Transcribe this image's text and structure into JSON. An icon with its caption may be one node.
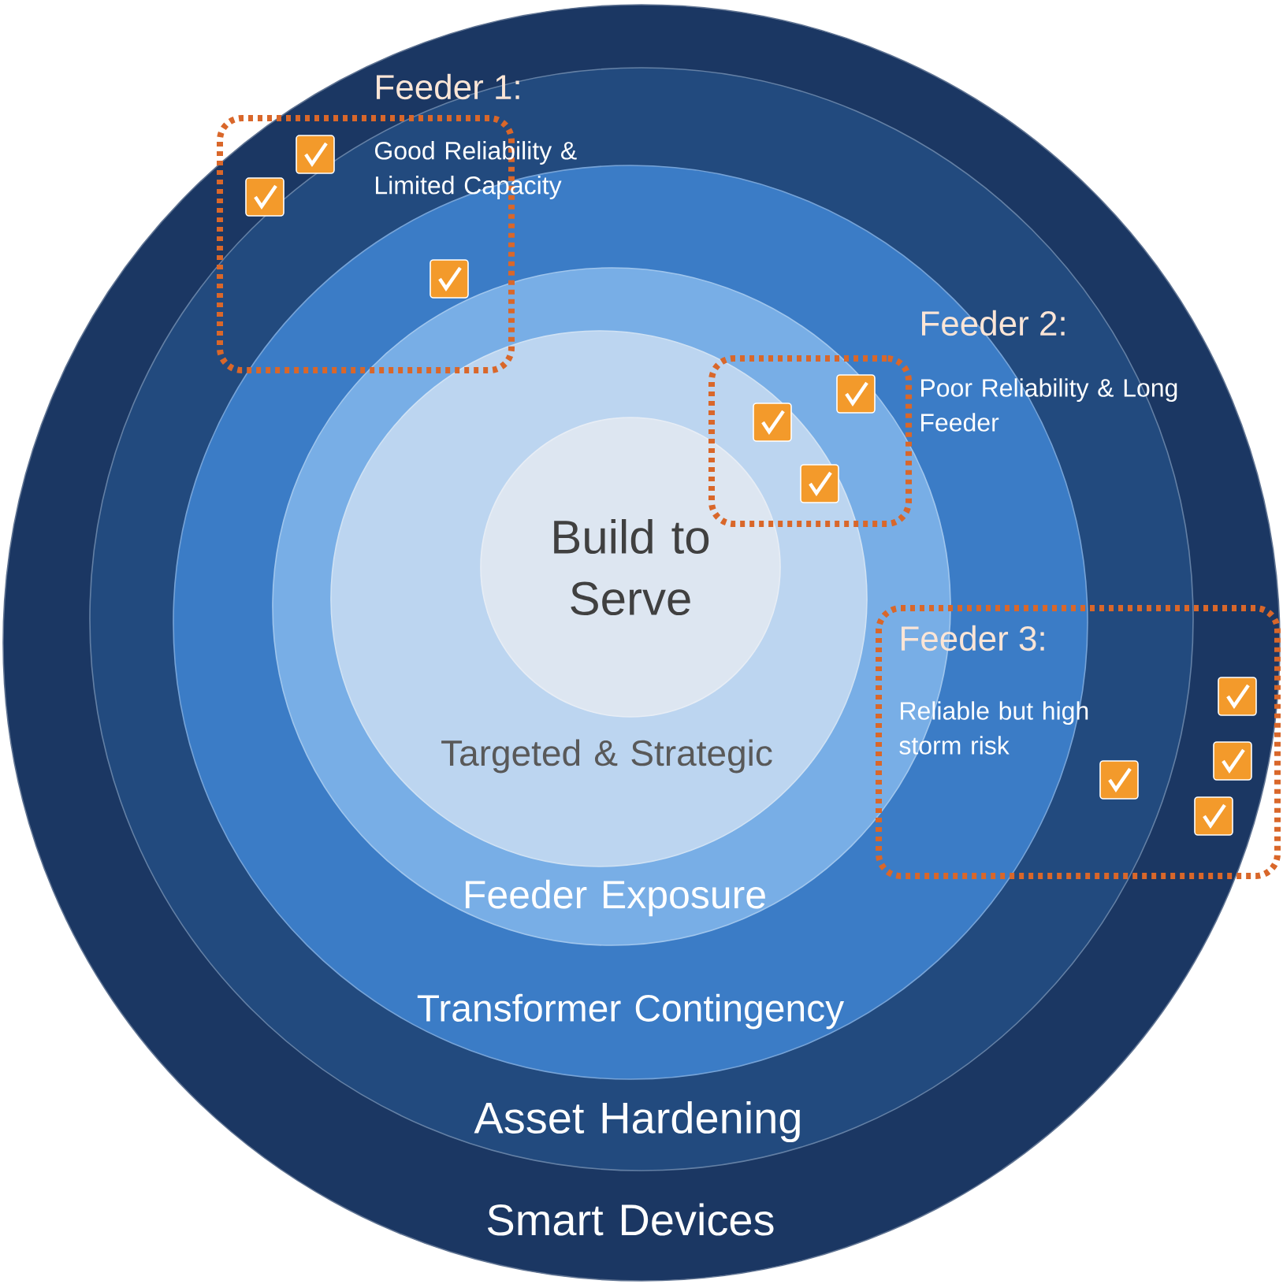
{
  "diagram": {
    "nodes": [
      {
        "text": [
          "Smart Devices"
        ]
      },
      {
        "text": [
          "Asset Hardening"
        ],
        "in": 0
      },
      {
        "text": [
          "Transformer Contingency"
        ],
        "in": 1
      },
      {
        "text": [
          "Feeder Exposure"
        ],
        "in": 2
      },
      {
        "text": [
          "Targeted & Strategic"
        ],
        "in": 3
      },
      {
        "text": [
          "Build to Serve"
        ],
        "in": 4
      },
      {
        "text": [
          "Feeder 1:",
          "Good Reliability & Limited Capacity"
        ],
        "in": 1
      },
      {
        "text": [
          "Feeder 2:",
          "Poor Reliability & Long Feeder"
        ],
        "in": 3
      },
      {
        "text": [
          "Feeder 3:",
          "Reliable but high storm risk"
        ],
        "in": 0
      }
    ]
  }
}
